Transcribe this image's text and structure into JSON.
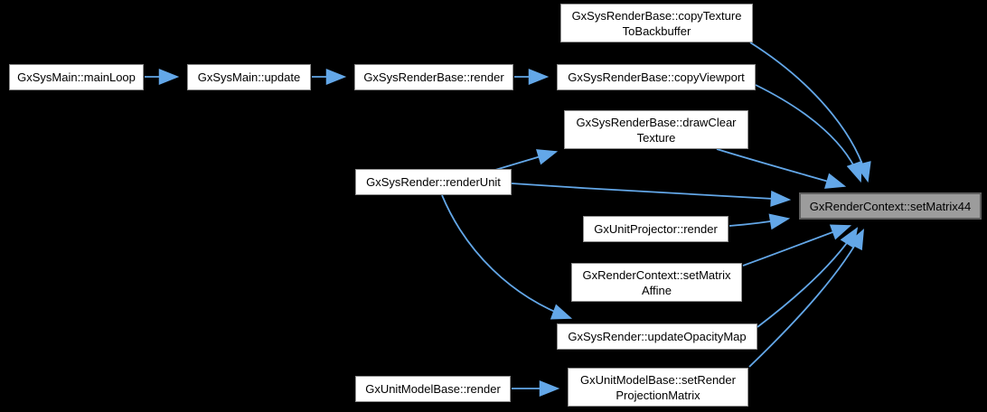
{
  "diagram": {
    "type": "doxygen-call-graph",
    "background_color": "#000000",
    "edge_color": "#63a7e8",
    "node_fill": "#ffffff",
    "node_border_color": "#8f8f8f",
    "highlighted_node_fill": "#9c9c9c",
    "highlighted_node_border_color": "#5e5e5e",
    "nodes": [
      {
        "id": "mainloop",
        "label": "GxSysMain::mainLoop",
        "highlighted": false
      },
      {
        "id": "update",
        "label": "GxSysMain::update",
        "highlighted": false
      },
      {
        "id": "render",
        "label": "GxSysRenderBase::render",
        "highlighted": false
      },
      {
        "id": "copyviewport",
        "label": "GxSysRenderBase::copyViewport",
        "highlighted": false
      },
      {
        "id": "copytexture",
        "label": "GxSysRenderBase::copyTexture\nToBackbuffer",
        "highlighted": false
      },
      {
        "id": "drawclear",
        "label": "GxSysRenderBase::drawClear\nTexture",
        "highlighted": false
      },
      {
        "id": "renderunit",
        "label": "GxSysRender::renderUnit",
        "highlighted": false
      },
      {
        "id": "projector",
        "label": "GxUnitProjector::render",
        "highlighted": false
      },
      {
        "id": "setmatrixaffine",
        "label": "GxRenderContext::setMatrix\nAffine",
        "highlighted": false
      },
      {
        "id": "updateopacity",
        "label": "GxSysRender::updateOpacityMap",
        "highlighted": false
      },
      {
        "id": "modelrender",
        "label": "GxUnitModelBase::render",
        "highlighted": false
      },
      {
        "id": "setrenderprojection",
        "label": "GxUnitModelBase::setRender\nProjectionMatrix",
        "highlighted": false
      },
      {
        "id": "setmatrix44",
        "label": "GxRenderContext::setMatrix44",
        "highlighted": true
      }
    ],
    "edges": [
      {
        "from": "mainloop",
        "to": "update"
      },
      {
        "from": "update",
        "to": "render"
      },
      {
        "from": "render",
        "to": "copyviewport"
      },
      {
        "from": "copytexture",
        "to": "setmatrix44"
      },
      {
        "from": "copyviewport",
        "to": "setmatrix44"
      },
      {
        "from": "drawclear",
        "to": "setmatrix44"
      },
      {
        "from": "renderunit",
        "to": "drawclear"
      },
      {
        "from": "renderunit",
        "to": "setmatrix44"
      },
      {
        "from": "renderunit",
        "to": "updateopacity"
      },
      {
        "from": "projector",
        "to": "setmatrix44"
      },
      {
        "from": "setmatrixaffine",
        "to": "setmatrix44"
      },
      {
        "from": "updateopacity",
        "to": "setmatrix44"
      },
      {
        "from": "modelrender",
        "to": "setrenderprojection"
      },
      {
        "from": "setrenderprojection",
        "to": "setmatrix44"
      }
    ]
  }
}
